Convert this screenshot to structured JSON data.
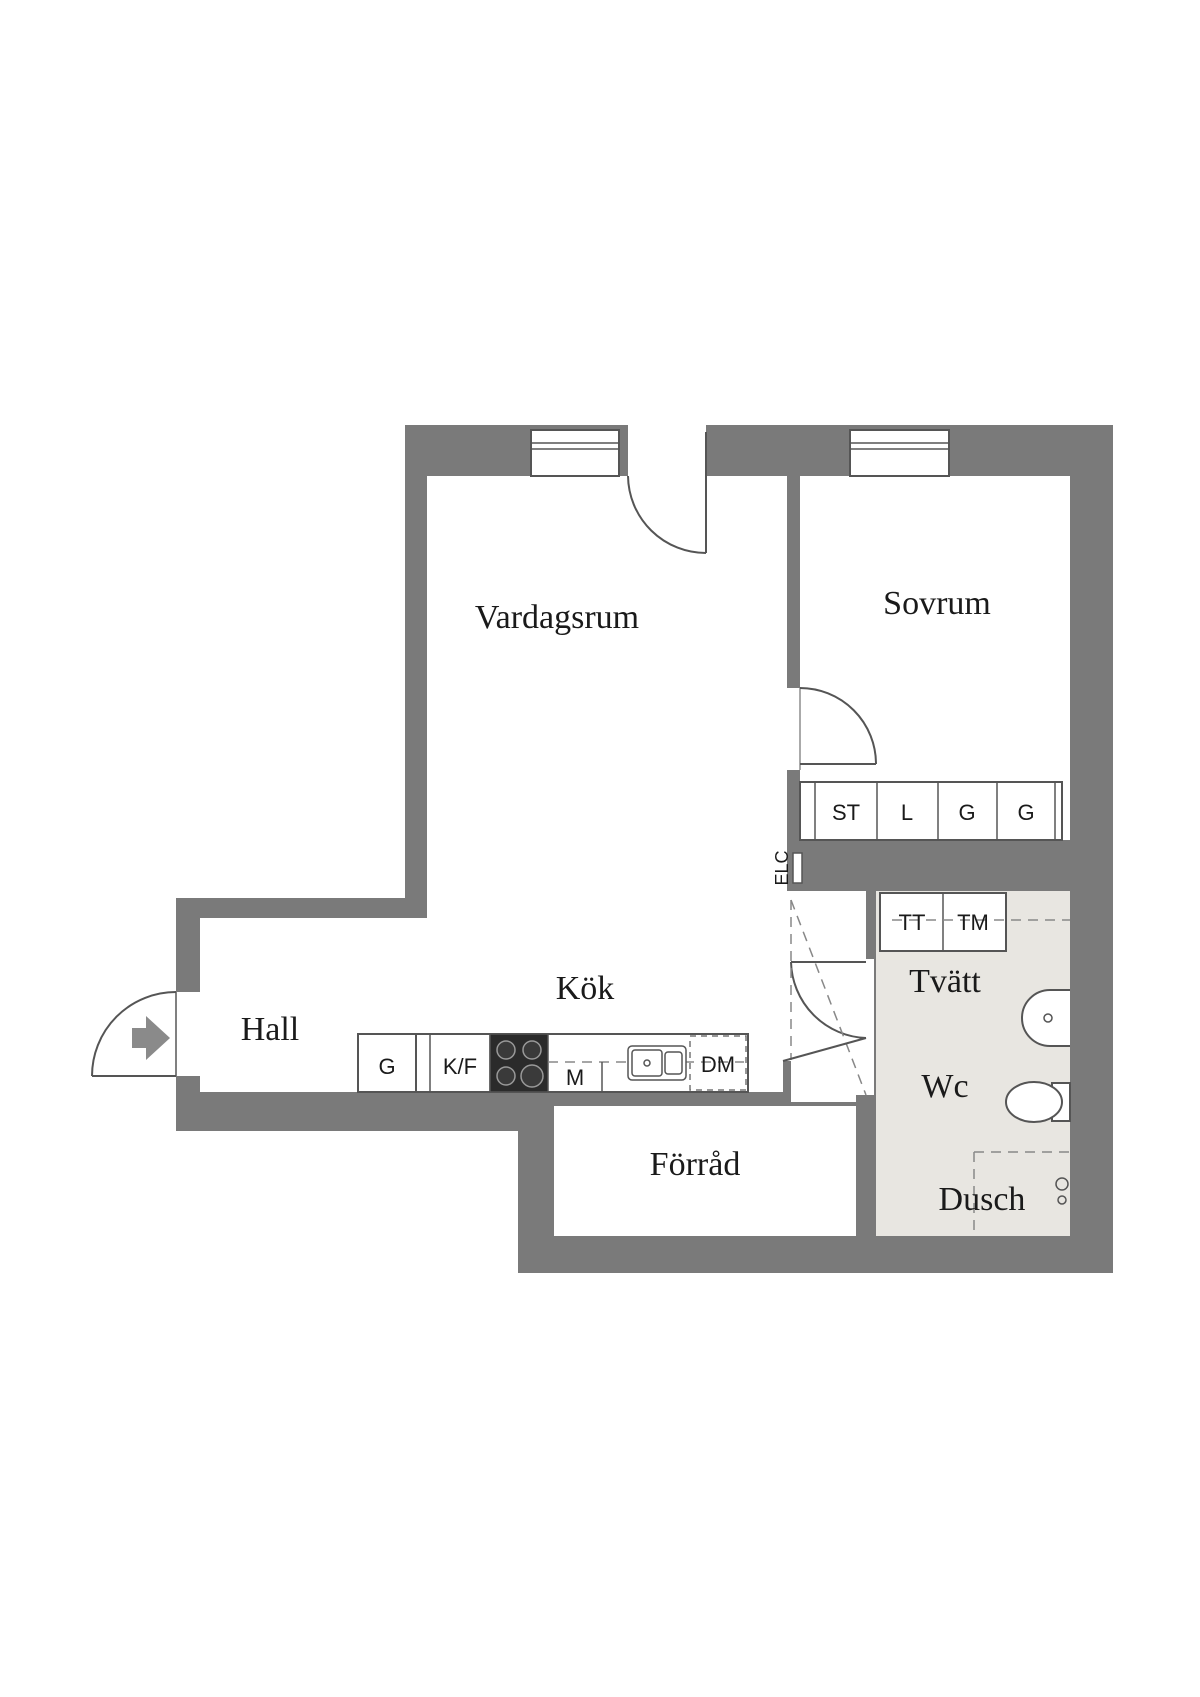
{
  "colors": {
    "wall": "#7a7a7a",
    "floor": "#ffffff",
    "wet_room_floor": "#e8e6e1",
    "line": "#555555"
  },
  "rooms": {
    "vardagsrum": "Vardagsrum",
    "sovrum": "Sovrum",
    "kok": "Kök",
    "hall": "Hall",
    "forrad": "Förråd",
    "tvatt": "Tvätt",
    "wc": "Wc",
    "dusch": "Dusch"
  },
  "fixtures": {
    "wardrobe_st": "ST",
    "wardrobe_l": "L",
    "wardrobe_g1": "G",
    "wardrobe_g2": "G",
    "electric_cabinet": "ELC",
    "tumble_dryer": "TT",
    "washing_machine": "TM",
    "kitchen_g": "G",
    "fridge_freezer": "K/F",
    "microwave": "M",
    "dishwasher": "DM"
  },
  "icons": {
    "entrance": "entrance-arrow-icon",
    "stove": "stove-icon",
    "sink": "kitchen-sink-icon",
    "washbasin": "washbasin-icon",
    "toilet": "toilet-icon",
    "shower": "shower-head-icon"
  }
}
